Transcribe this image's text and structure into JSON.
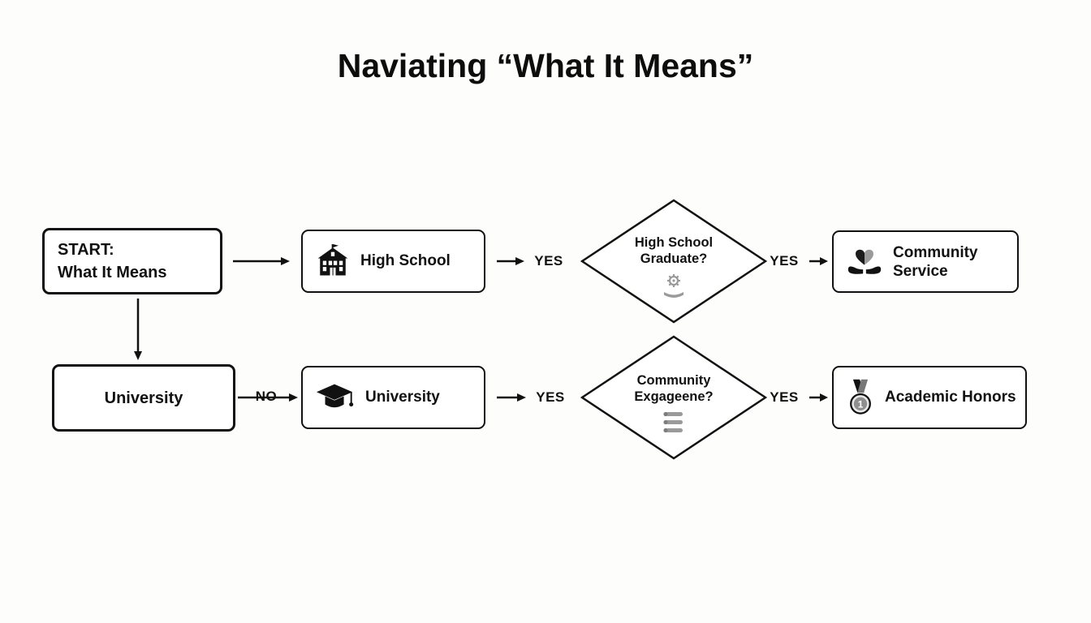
{
  "title": "Naviating “What It Means”",
  "nodes": {
    "start": {
      "line1": "START:",
      "line2": "What It Means"
    },
    "high_school": {
      "label": "High School"
    },
    "hs_graduate": {
      "line1": "High School",
      "line2": "Graduate?"
    },
    "community_service": {
      "line1": "Community",
      "line2": "Service"
    },
    "university_side": {
      "label": "University"
    },
    "university": {
      "label": "University"
    },
    "community_engagement": {
      "line1": "Community",
      "line2": "Exgageene?"
    },
    "academic_honors": {
      "label": "Academic Honors"
    }
  },
  "edge_labels": {
    "hs_to_graduate": "YES",
    "graduate_to_service": "YES",
    "university_no": "NO",
    "university_to_engagement": "YES",
    "engagement_to_honors": "YES"
  }
}
